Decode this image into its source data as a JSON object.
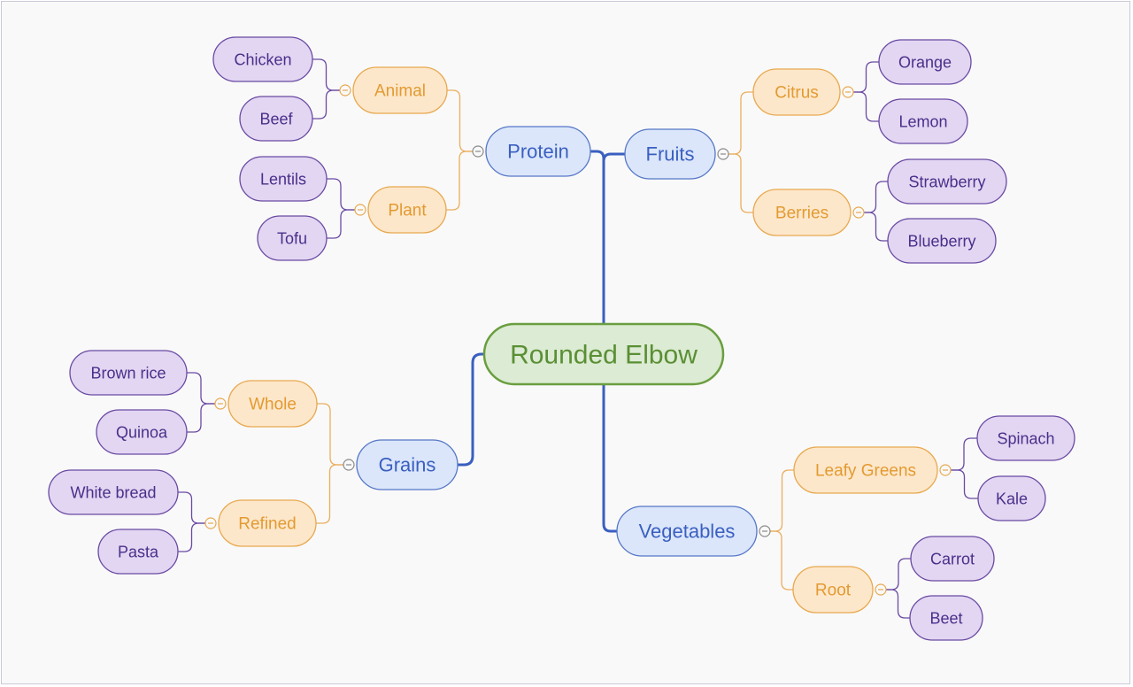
{
  "diagram": {
    "type": "mind-map",
    "root": {
      "label": "Rounded Elbow",
      "children": [
        {
          "label": "Protein",
          "children": [
            {
              "label": "Animal",
              "children": [
                {
                  "label": "Chicken"
                },
                {
                  "label": "Beef"
                }
              ]
            },
            {
              "label": "Plant",
              "children": [
                {
                  "label": "Lentils"
                },
                {
                  "label": "Tofu"
                }
              ]
            }
          ]
        },
        {
          "label": "Fruits",
          "children": [
            {
              "label": "Citrus",
              "children": [
                {
                  "label": "Orange"
                },
                {
                  "label": "Lemon"
                }
              ]
            },
            {
              "label": "Berries",
              "children": [
                {
                  "label": "Strawberry"
                },
                {
                  "label": "Blueberry"
                }
              ]
            }
          ]
        },
        {
          "label": "Grains",
          "children": [
            {
              "label": "Whole",
              "children": [
                {
                  "label": "Brown rice"
                },
                {
                  "label": "Quinoa"
                }
              ]
            },
            {
              "label": "Refined",
              "children": [
                {
                  "label": "White bread"
                },
                {
                  "label": "Pasta"
                }
              ]
            }
          ]
        },
        {
          "label": "Vegetables",
          "children": [
            {
              "label": "Leafy Greens",
              "children": [
                {
                  "label": "Spinach"
                },
                {
                  "label": "Kale"
                }
              ]
            },
            {
              "label": "Root",
              "children": [
                {
                  "label": "Carrot"
                },
                {
                  "label": "Beet"
                }
              ]
            }
          ]
        }
      ]
    }
  },
  "colors": {
    "root_fill": "#dcebd3",
    "root_stroke": "#6a9e3f",
    "root_text": "#5a8f34",
    "l1_fill": "#dbe6fb",
    "l1_stroke": "#5577c6",
    "l1_text": "#3a5fc0",
    "l1_edge": "#3a5fc0",
    "l2_fill": "#fde7cb",
    "l2_stroke": "#e8a94f",
    "l2_text": "#e39a30",
    "l2_edge": "#eaae5e",
    "l3_fill": "#e2d6f2",
    "l3_stroke": "#6a4aa3",
    "l3_text": "#4a2f8a",
    "l3_edge": "#6a4aa3",
    "toggle_fill": "#f9f9f9",
    "toggle_stroke_gray": "#8a8a8a"
  }
}
